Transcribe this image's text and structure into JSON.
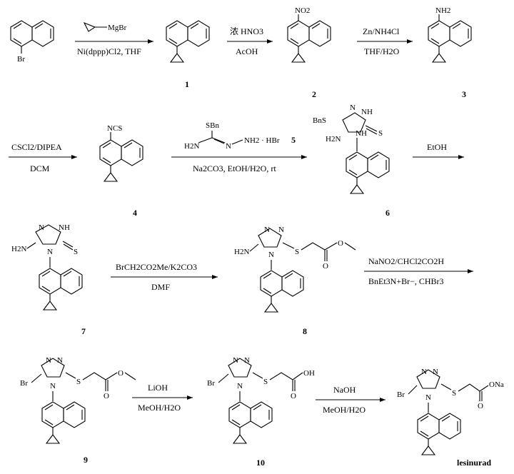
{
  "title": "",
  "compounds": [
    {
      "id": "c0",
      "label": "",
      "atoms": [
        "Br"
      ]
    },
    {
      "id": "c1",
      "label": "1",
      "atoms": []
    },
    {
      "id": "c2",
      "label": "2",
      "atoms": [
        "NO2"
      ]
    },
    {
      "id": "c3",
      "label": "3",
      "atoms": [
        "NH2"
      ]
    },
    {
      "id": "c4",
      "label": "4",
      "atoms": [
        "NCS"
      ]
    },
    {
      "id": "c6",
      "label": "6",
      "atoms": [
        "BnS",
        "N",
        "NH",
        "S",
        "H2N",
        "N",
        "H"
      ]
    },
    {
      "id": "c7",
      "label": "7",
      "atoms": [
        "N",
        "NH",
        "H2N",
        "N",
        "S"
      ]
    },
    {
      "id": "c8",
      "label": "8",
      "atoms": [
        "N",
        "N",
        "H2N",
        "N",
        "S",
        "O",
        "O"
      ]
    },
    {
      "id": "c9",
      "label": "9",
      "atoms": [
        "N",
        "N",
        "Br",
        "N",
        "S",
        "O",
        "O"
      ]
    },
    {
      "id": "c10",
      "label": "10",
      "atoms": [
        "N",
        "N",
        "Br",
        "N",
        "S",
        "OH",
        "O"
      ]
    },
    {
      "id": "lesinurad",
      "label": "lesinurad",
      "atoms": [
        "N",
        "N",
        "Br",
        "N",
        "S",
        "ONa",
        "O"
      ]
    }
  ],
  "reagents": {
    "grignard": "MgBr",
    "step1_below": "Ni(dppp)Cl2, THF",
    "step2_above": "浓 HNO3",
    "step2_below": "AcOH",
    "step3_above": "Zn/NH4Cl",
    "step3_below": "THF/H2O",
    "step4_above": "CSCl2/DIPEA",
    "step4_below": "DCM",
    "step5_reagent_atoms": [
      "SBn",
      "H2N",
      "N",
      "NH2 · HBr",
      "5"
    ],
    "step5_below": "Na2CO3, EtOH/H2O, rt",
    "step6_above": "EtOH",
    "step7_above": "BrCH2CO2Me/K2CO3",
    "step7_below": "DMF",
    "step8_above": "NaNO2/CHCl2CO2H",
    "step8_below": "BnEt3N+Br−, CHBr3",
    "step9_above": "LiOH",
    "step9_below": "MeOH/H2O",
    "step10_above": "NaOH",
    "step10_below": "MeOH/H2O"
  }
}
